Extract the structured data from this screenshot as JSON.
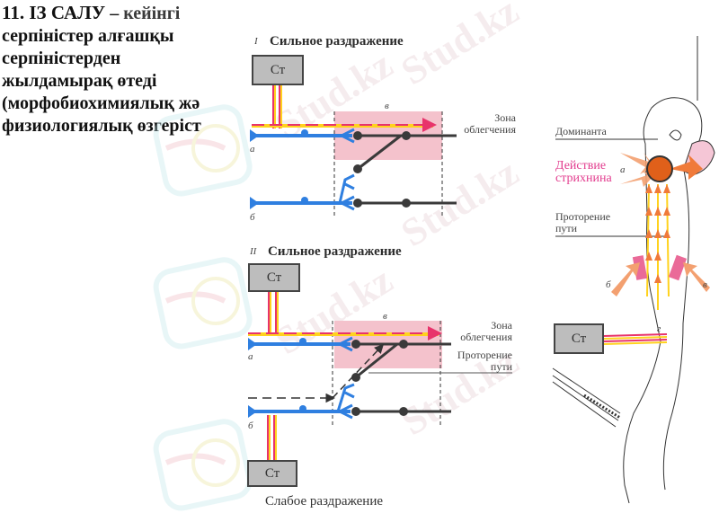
{
  "heading": {
    "number": "11. ІЗ САЛУ",
    "dash": " – ",
    "line1_rest": "кейінгі",
    "line2": "серпіністер алғашқы",
    "line3": "серпіністерден",
    "line4": "жылдамырақ өтеді",
    "line5": "(морфобиохимиялық жә",
    "line6": "физиологиялық өзгеріст"
  },
  "panel_1": {
    "roman": "I",
    "title": "Сильное раздражение",
    "stimulator": "Ст",
    "zone_label": "в",
    "zone_caption_1": "Зона",
    "zone_caption_2": "облегчения",
    "neuron_a": "а",
    "neuron_b": "б"
  },
  "panel_2": {
    "roman": "II",
    "title": "Сильное раздражение",
    "stimulator_top": "Ст",
    "stimulator_bottom": "Ст",
    "zone_label": "в",
    "zone_caption_1": "Зона",
    "zone_caption_2": "облегчения",
    "path_caption_1": "Проторение",
    "path_caption_2": "пути",
    "neuron_a": "а",
    "neuron_b": "б",
    "weak_caption": "Слабое раздражение"
  },
  "frog_panel": {
    "dominant": "Доминанта",
    "strychnine_1": "Действие",
    "strychnine_2": "стрихнина",
    "path_1": "Проторение",
    "path_2": "пути",
    "point_a": "а",
    "point_b": "б",
    "point_v": "в",
    "point_g": "г",
    "stimulator": "Ст"
  },
  "watermark": "Stud.kz",
  "colors": {
    "neuron_blue": "#2f7fe0",
    "neuron_dark": "#3a3a3a",
    "zone_pink": "#f4c2cc",
    "arrow_red": "#e8336b",
    "arrow_yellow": "#ffd21e",
    "dominant_orange": "#e0601a",
    "strychnine_magenta": "#e23c8e",
    "stimulator_gray": "#bdbdbd"
  }
}
